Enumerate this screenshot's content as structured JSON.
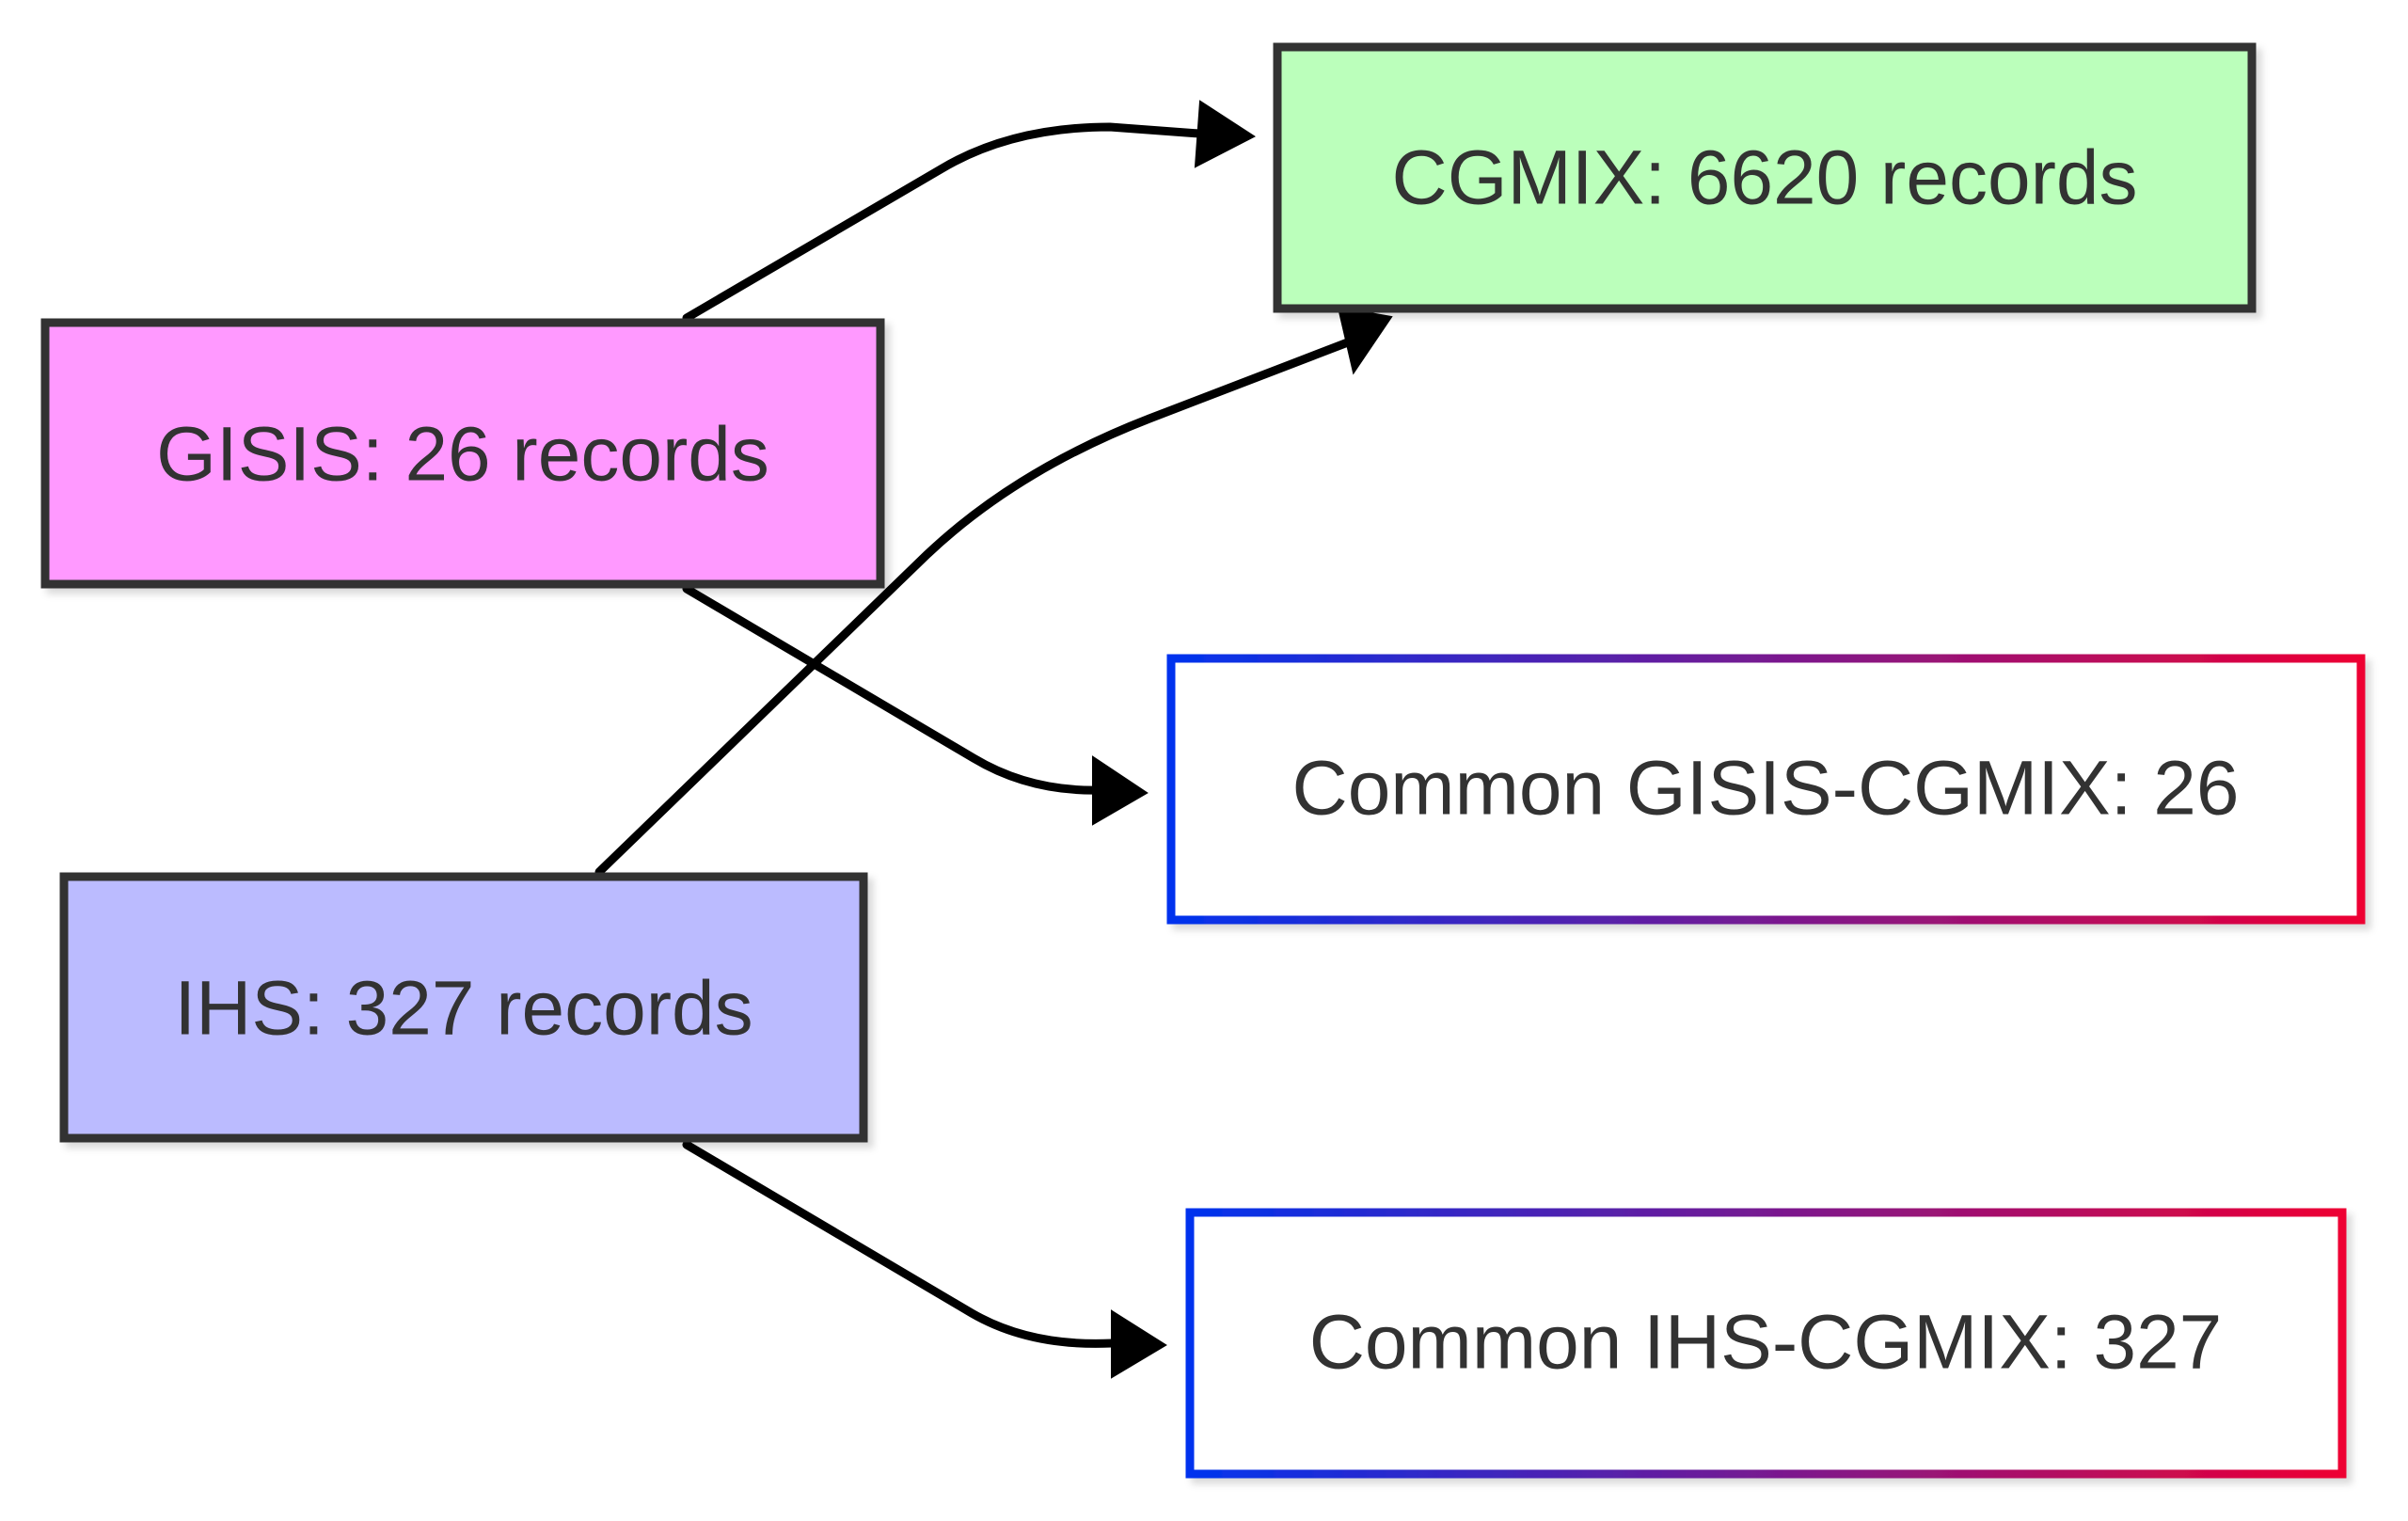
{
  "nodes": {
    "gisis": {
      "label": "GISIS: 26 records",
      "fill": "#ff99ff"
    },
    "ihs": {
      "label": "IHS: 327 records",
      "fill": "#bbbbff"
    },
    "cgmix": {
      "label": "CGMIX: 6620 records",
      "fill": "#bbffbb"
    },
    "common_gisis_cgmix": {
      "label": "Common GISIS-CGMIX: 26"
    },
    "common_ihs_cgmix": {
      "label": "Common IHS-CGMIX: 327"
    }
  },
  "colors": {
    "node_border": "#333333",
    "text": "#333333",
    "edge": "#000000",
    "gradient_start": "#0033ee",
    "gradient_end": "#ee0033"
  },
  "edges": [
    {
      "from": "GISIS: 26 records",
      "to": "CGMIX: 6620 records"
    },
    {
      "from": "GISIS: 26 records",
      "to": "Common GISIS-CGMIX: 26"
    },
    {
      "from": "IHS: 327 records",
      "to": "CGMIX: 6620 records"
    },
    {
      "from": "IHS: 327 records",
      "to": "Common IHS-CGMIX: 327"
    }
  ]
}
